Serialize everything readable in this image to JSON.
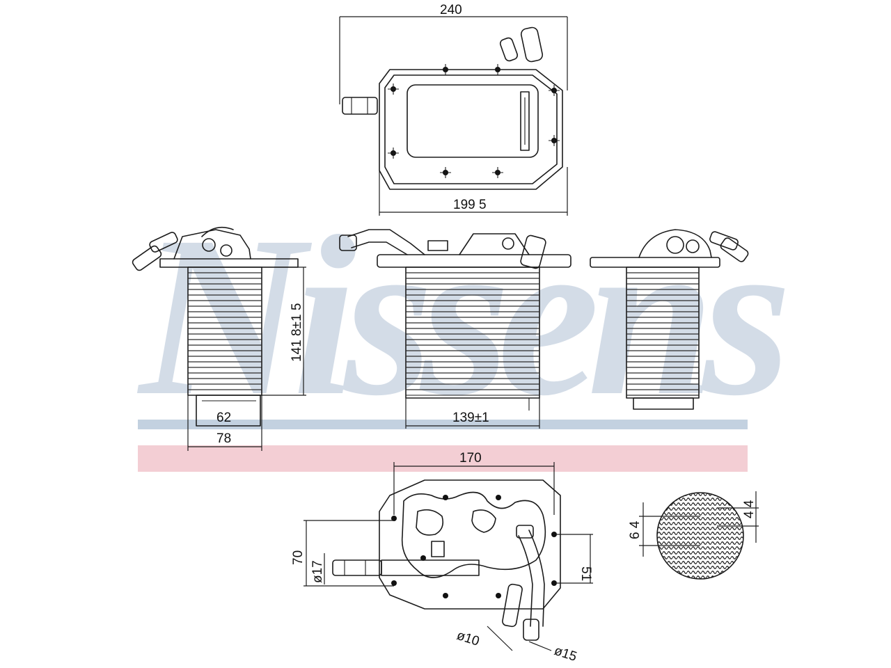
{
  "watermark": {
    "text": "Nissens",
    "colors": {
      "blue": "#9fb3cc",
      "pink": "#f1c6cc"
    }
  },
  "dimensions": {
    "top_width": "240",
    "top_inner_width": "199 5",
    "height": "141 8±1 5",
    "side_inner_width": "62",
    "side_width": "78",
    "front_width": "139±1",
    "bottom_width": "170",
    "bottom_height": "70",
    "bottom_right_height": "51",
    "pipe_dia_left": "ø17",
    "pipe_dia_10": "ø10",
    "pipe_dia_15": "ø15",
    "detail_6_4": "6 4",
    "detail_4_4": "4 4"
  }
}
